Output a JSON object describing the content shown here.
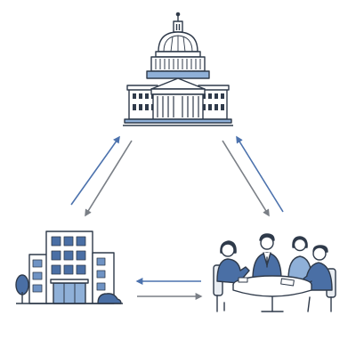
{
  "colors": {
    "background": "#ffffff",
    "outline": "#2f3a4a",
    "accent_blue": "#4a6fa5",
    "light_blue": "#8fb0d8",
    "window_blue": "#6f93c4",
    "arrow_blue": "#4c72ad",
    "arrow_gray": "#7a7f86",
    "face": "#ffffff",
    "table": "#ffffff",
    "chair": "#e9edf2"
  },
  "nodes": [
    {
      "id": "government",
      "icon": "capitol-building-icon"
    },
    {
      "id": "business",
      "icon": "office-building-icon"
    },
    {
      "id": "community",
      "icon": "meeting-table-icon"
    }
  ],
  "edges": [
    {
      "from": "business",
      "to": "government",
      "color": "blue"
    },
    {
      "from": "government",
      "to": "business",
      "color": "gray"
    },
    {
      "from": "government",
      "to": "community",
      "color": "gray"
    },
    {
      "from": "community",
      "to": "government",
      "color": "blue"
    },
    {
      "from": "community",
      "to": "business",
      "color": "blue"
    },
    {
      "from": "business",
      "to": "community",
      "color": "gray"
    }
  ]
}
